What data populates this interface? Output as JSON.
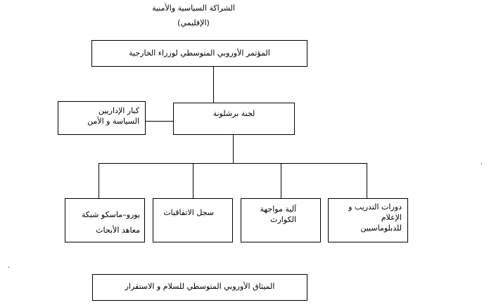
{
  "title": {
    "line1": "الشراكة السياسية والأمنية",
    "line2": "(الإقليمي)"
  },
  "nodes": {
    "top": "المؤتمر الأوروبي المتوسطي لوزراء الخارجية",
    "barcelona": "لجنة برشلونة",
    "admins": {
      "line1": "كبار الإداريين",
      "line2": "السياسة و الأمن"
    },
    "training": {
      "line1": "دورات التدريب و",
      "line2": "الإعلام",
      "line3": "للدبلوماسيين"
    },
    "disaster": {
      "line1": "آلية مواجهة",
      "line2": "الكوارث"
    },
    "agreements": "سجل الاتفاقيات",
    "euromesco": {
      "line1": "يورو–ماسكو شبكة",
      "line2": "معاهد الأبحاث"
    },
    "charter": "الميثاق الأوروبي المتوسطي للسلام و الاستقرار"
  }
}
